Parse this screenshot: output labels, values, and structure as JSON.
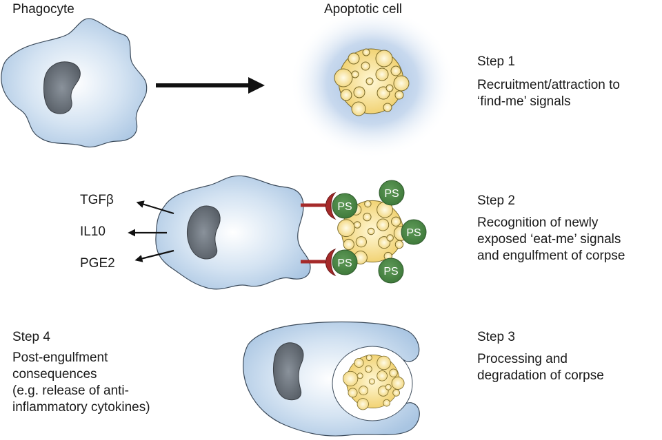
{
  "labels": {
    "phagocyte": "Phagocyte",
    "apoptotic_cell": "Apoptotic cell"
  },
  "steps": [
    {
      "title": "Step 1",
      "description": "Recruitment/attraction to\n‘find-me’ signals"
    },
    {
      "title": "Step 2",
      "description": "Recognition of newly\nexposed ‘eat-me’ signals\nand engulfment of corpse"
    },
    {
      "title": "Step 3",
      "description": "Processing and\ndegradation of corpse"
    },
    {
      "title": "Step 4",
      "description": "Post-engulfment\nconsequences\n(e.g. release of anti-\ninflammatory cytokines)"
    }
  ],
  "cytokines": [
    "TGFβ",
    "IL10",
    "PGE2"
  ],
  "eat_me_marker": "PS",
  "colors": {
    "phagocyte_fill": "#b7d0e8",
    "phagocyte_center": "#ffffff",
    "nucleus": "#5f6770",
    "apoptotic_fill": "#f3d97c",
    "halo": "#c7d8ee",
    "ps_green": "#4f8a4a",
    "receptor_red": "#a52a2a",
    "arrow": "#111111"
  }
}
